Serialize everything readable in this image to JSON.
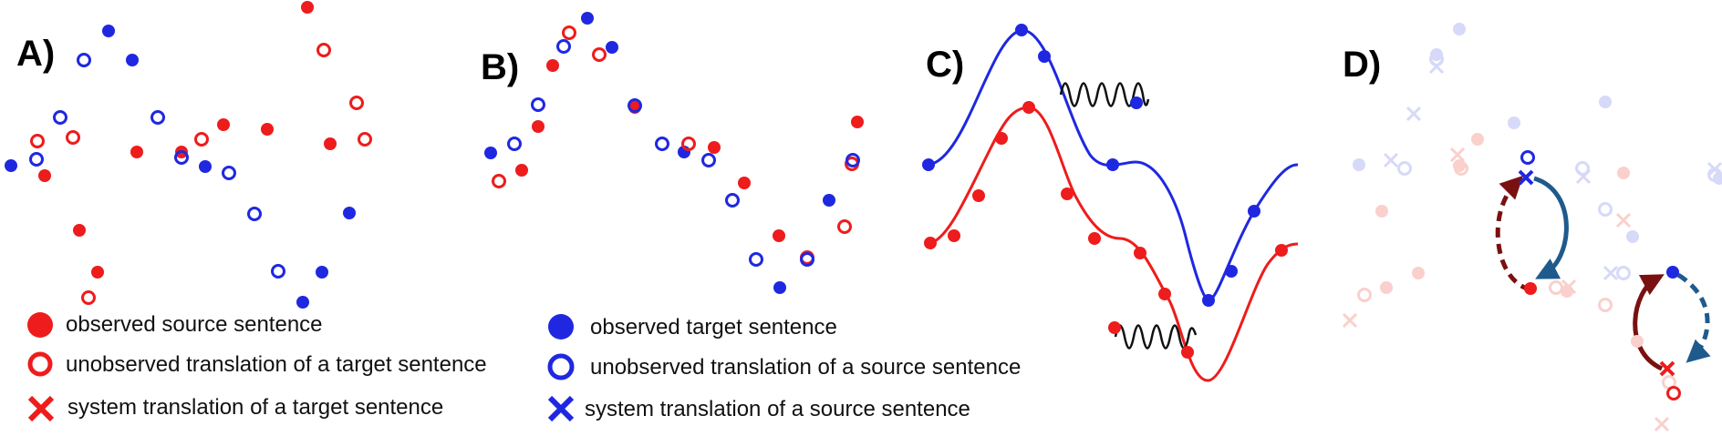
{
  "panels": {
    "a": {
      "label": "A)"
    },
    "b": {
      "label": "B)"
    },
    "c": {
      "label": "C)"
    },
    "d": {
      "label": "D)"
    }
  },
  "legend": {
    "source_observed": "observed source sentence",
    "source_unobserved": "unobserved translation of a target sentence",
    "source_system": "system translation of a target sentence",
    "target_observed": "observed target sentence",
    "target_unobserved": "unobserved  translation of a source sentence",
    "target_system": "system translation of a source sentence"
  },
  "colors": {
    "source": "#ee1c1c",
    "target": "#1f28e0",
    "source_arrow": "#7a1010",
    "target_arrow": "#1f5a8c",
    "faded_source": "#f9d0cc",
    "faded_target": "#d6d9f8",
    "spring": "#111111"
  }
}
